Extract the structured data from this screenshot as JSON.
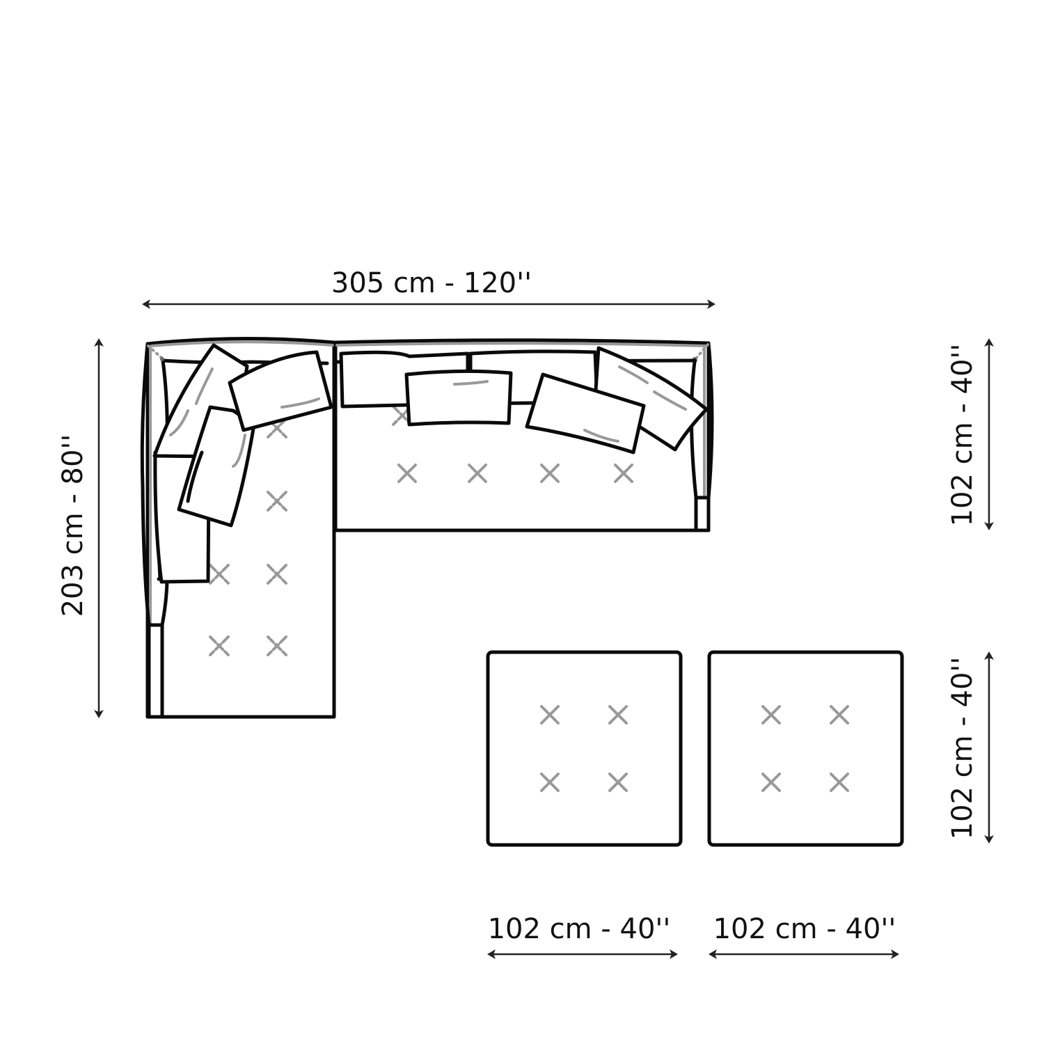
{
  "diagram": {
    "type": "sofa-dimension-plan",
    "colors": {
      "outline": "#0a0a0a",
      "tufting": "#999999",
      "dimension_line": "#222222",
      "background": "#ffffff"
    },
    "dimensions": {
      "overall_width": "305 cm - 120''",
      "chaise_depth": "203 cm - 80''",
      "sofa_depth": "102 cm - 40''",
      "ottoman_depth": "102 cm - 40''",
      "ottoman_1_width": "102 cm - 40''",
      "ottoman_2_width": "102 cm - 40''"
    },
    "components": [
      {
        "name": "chaise-module",
        "tufts": 8,
        "pillows": 3
      },
      {
        "name": "sofa-module",
        "tufts": 5,
        "pillows": 5
      },
      {
        "name": "ottoman-1",
        "tufts": 4
      },
      {
        "name": "ottoman-2",
        "tufts": 4
      }
    ]
  }
}
